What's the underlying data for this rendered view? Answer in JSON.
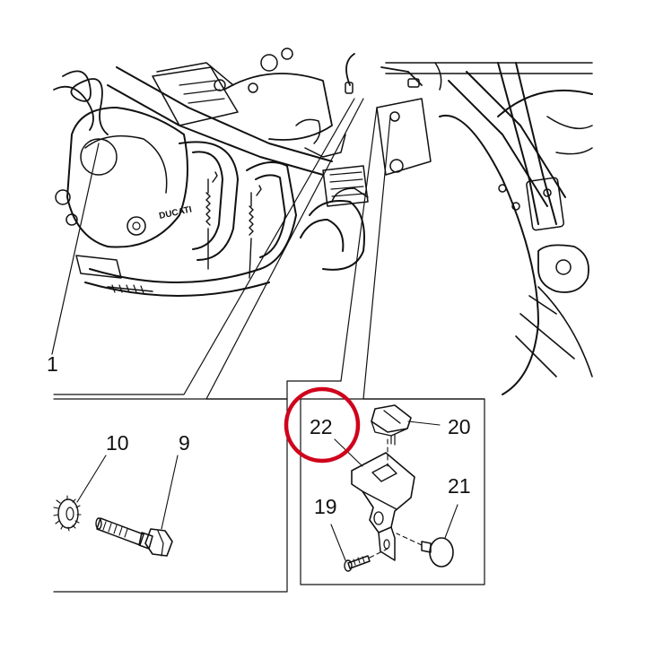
{
  "diagram": {
    "callouts": [
      {
        "id": "c1",
        "label": "1"
      },
      {
        "id": "c9",
        "label": "9"
      },
      {
        "id": "c10",
        "label": "10"
      },
      {
        "id": "c19",
        "label": "19"
      },
      {
        "id": "c20",
        "label": "20"
      },
      {
        "id": "c21",
        "label": "21"
      },
      {
        "id": "c22",
        "label": "22"
      }
    ],
    "brand_text": "DUCATI",
    "highlight": {
      "target": "22",
      "color": "#d0021b"
    },
    "colors": {
      "line": "#111111",
      "background": "#ffffff"
    }
  }
}
